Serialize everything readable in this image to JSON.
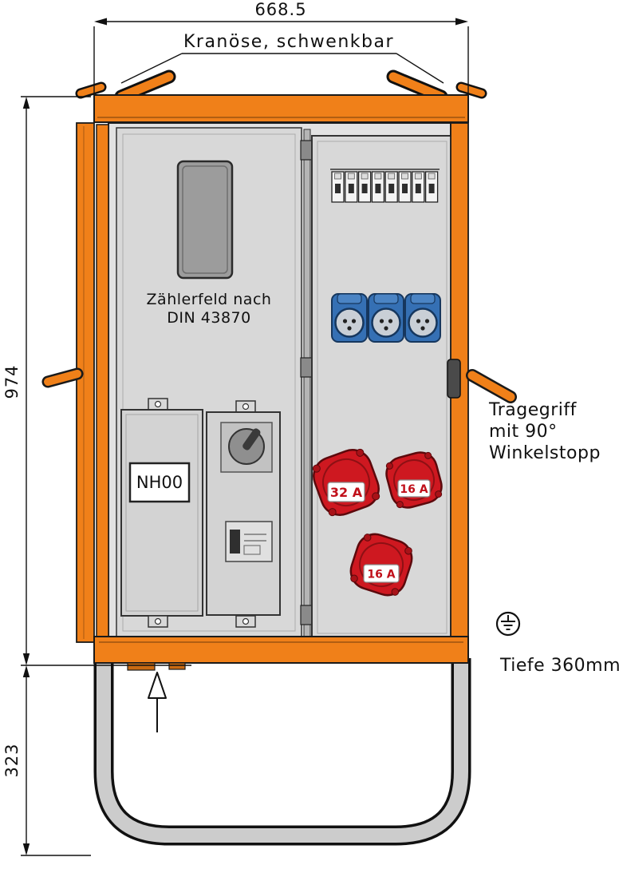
{
  "labels": {
    "width": "668.5",
    "height_upper": "974",
    "height_lower": "323",
    "crane": "Kranöse, schwenkbar",
    "meter_line1": "Zählerfeld nach",
    "meter_line2": "DIN 43870",
    "fuse": "NH00",
    "socket_32": "32 A",
    "socket_16_right": "16 A",
    "socket_16_bottom": "16 A",
    "handle_line1": "Tragegriff",
    "handle_line2": "mit 90°",
    "handle_line3": "Winkelstopp",
    "depth": "Tiefe 360mm"
  },
  "colors": {
    "orange": "#F08019",
    "red": "#CE1820",
    "blue": "#3570B4",
    "panel_gray": "#D8D8D8",
    "stand_gray": "#CCCCCC"
  },
  "icons": {
    "earth_symbol": "protective-earth-icon",
    "up_arrow": "up-arrow-icon"
  }
}
